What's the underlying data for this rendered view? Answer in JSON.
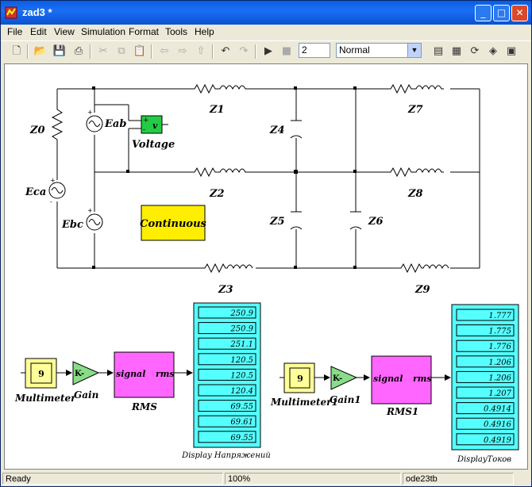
{
  "window": {
    "title": "zad3 *"
  },
  "menu": [
    "File",
    "Edit",
    "View",
    "Simulation",
    "Format",
    "Tools",
    "Help"
  ],
  "toolbar": {
    "stop_time": "2",
    "sim_mode": "Normal"
  },
  "diagram": {
    "labels": {
      "z0": "Z0",
      "z1": "Z1",
      "z2": "Z2",
      "z3": "Z3",
      "z4": "Z4",
      "z5": "Z5",
      "z6": "Z6",
      "z7": "Z7",
      "z8": "Z8",
      "z9": "Z9",
      "eab": "Eab",
      "eca": "Eca",
      "ebc": "Ebc",
      "voltage": "Voltage",
      "continuous": "Continuous",
      "multimeter": "Multimeter",
      "multimeter1": "Multimeter1",
      "gain": "Gain",
      "gain1": "Gain1",
      "rms": "RMS",
      "rms1": "RMS1",
      "rms_signal": "signal",
      "rms_out": "rms",
      "gain_k": "K-",
      "voltmeter_v": "v",
      "mm_value": "9",
      "mm1_value": "9",
      "display_v": "Display Напряжений",
      "display_i": "DisplayТоков"
    },
    "voltages": [
      "250.9",
      "250.9",
      "251.1",
      "120.5",
      "120.5",
      "120.4",
      "69.55",
      "69.61",
      "69.55"
    ],
    "currents": [
      "1.777",
      "1.775",
      "1.776",
      "1.206",
      "1.206",
      "1.207",
      "0.4914",
      "0.4916",
      "0.4919"
    ]
  },
  "status": {
    "ready": "Ready",
    "zoom": "100%",
    "solver": "ode23tb"
  }
}
